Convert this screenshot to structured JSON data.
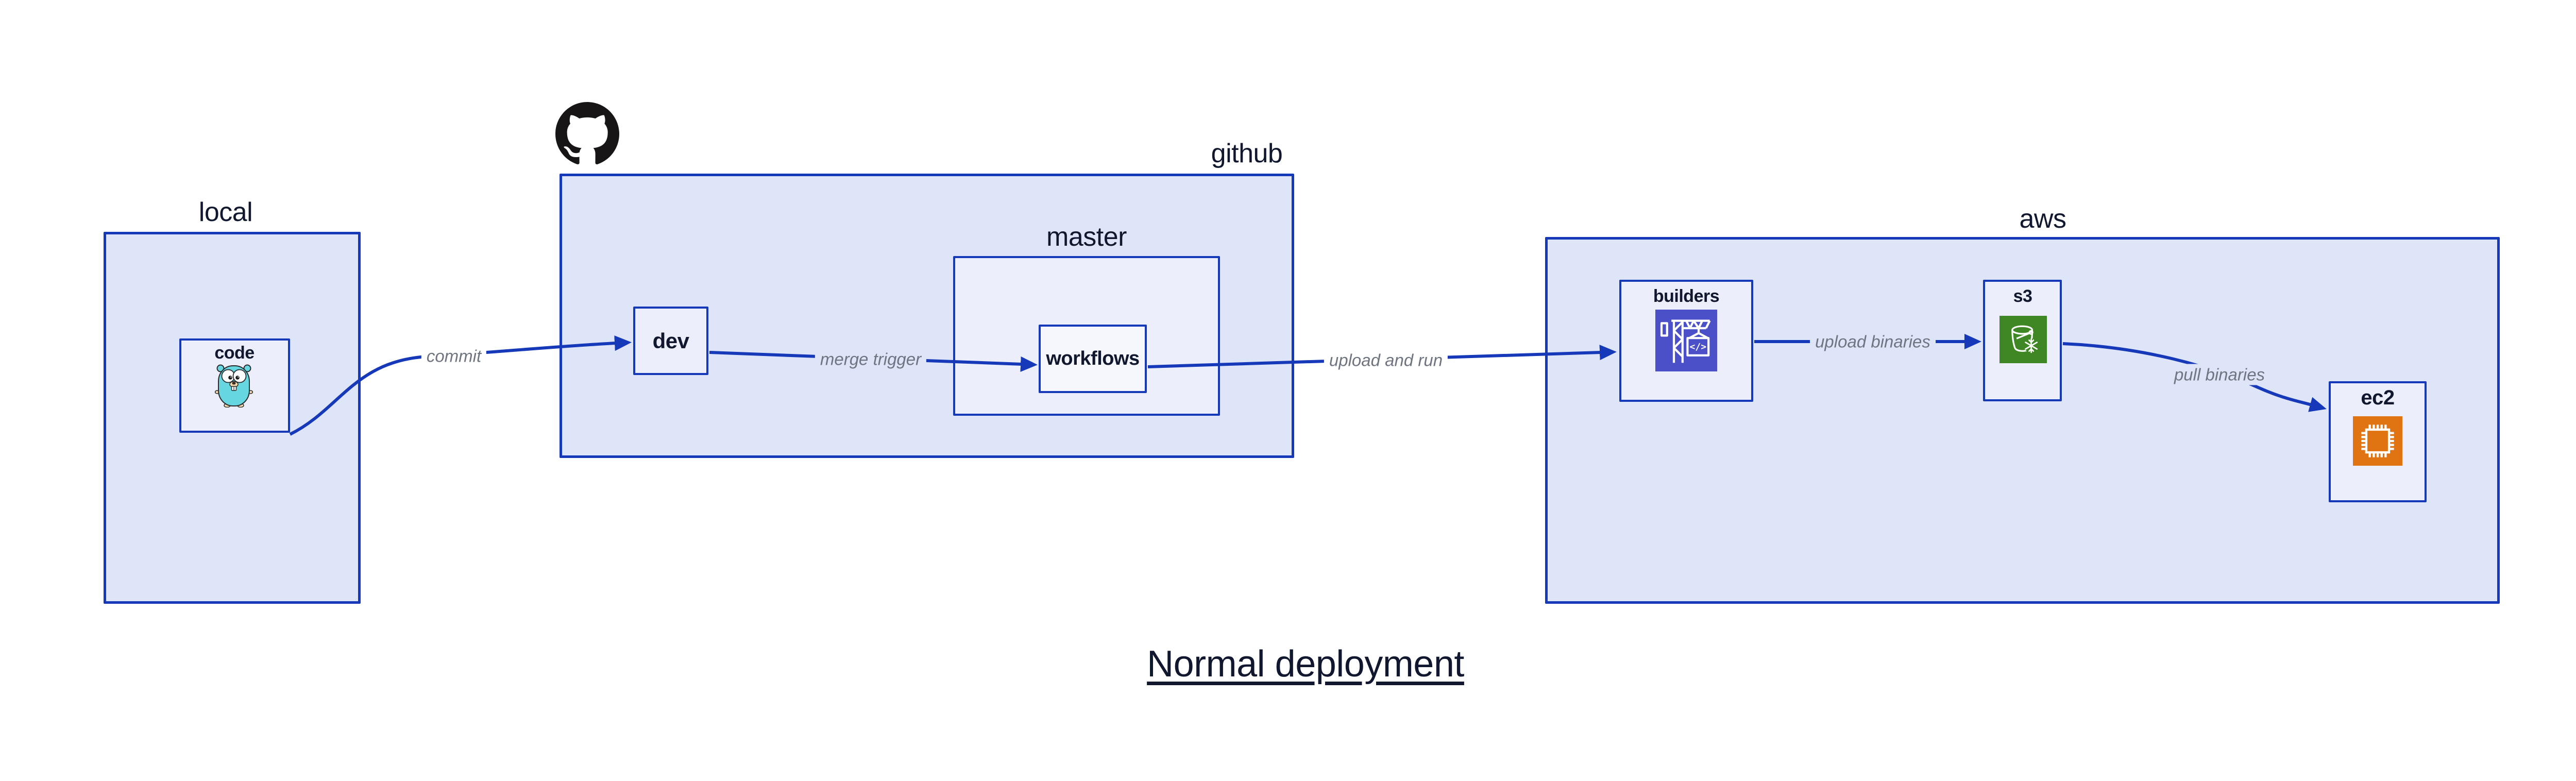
{
  "diagram": {
    "title": "Normal deployment",
    "groups": {
      "local": {
        "label": "local"
      },
      "github": {
        "label": "github"
      },
      "master": {
        "label": "master"
      },
      "aws": {
        "label": "aws"
      }
    },
    "nodes": {
      "code": {
        "label": "code",
        "icon": "go-gopher-icon"
      },
      "dev": {
        "label": "dev"
      },
      "workflows": {
        "label": "workflows"
      },
      "builders": {
        "label": "builders",
        "icon": "codebuild-crane-icon"
      },
      "s3": {
        "label": "s3",
        "icon": "s3-glacier-bucket-icon"
      },
      "ec2": {
        "label": "ec2",
        "icon": "ec2-chip-icon"
      }
    },
    "edges": {
      "commit": {
        "label": "commit",
        "from": "code",
        "to": "dev"
      },
      "merge_trigger": {
        "label": "merge trigger",
        "from": "dev",
        "to": "workflows"
      },
      "upload_and_run": {
        "label": "upload and run",
        "from": "workflows",
        "to": "builders"
      },
      "upload_binaries": {
        "label": "upload binaries",
        "from": "builders",
        "to": "s3"
      },
      "pull_binaries": {
        "label": "pull binaries",
        "from": "s3",
        "to": "ec2"
      }
    },
    "colors": {
      "stroke_blue": "#1639b9",
      "container_fill": "#dfe5f8",
      "node_fill": "#eceffb",
      "workflows_fill": "#f5f7fd",
      "text_dark": "#10172e",
      "edge_label_gray": "#6e7480",
      "github_logo_black": "#171515",
      "gopher_cyan": "#66d7e1",
      "gopher_skin": "#f7d9ae",
      "codebuild_indigo": "#4b50c8",
      "s3_glacier_green": "#3f8624",
      "ec2_orange": "#e07312"
    }
  }
}
